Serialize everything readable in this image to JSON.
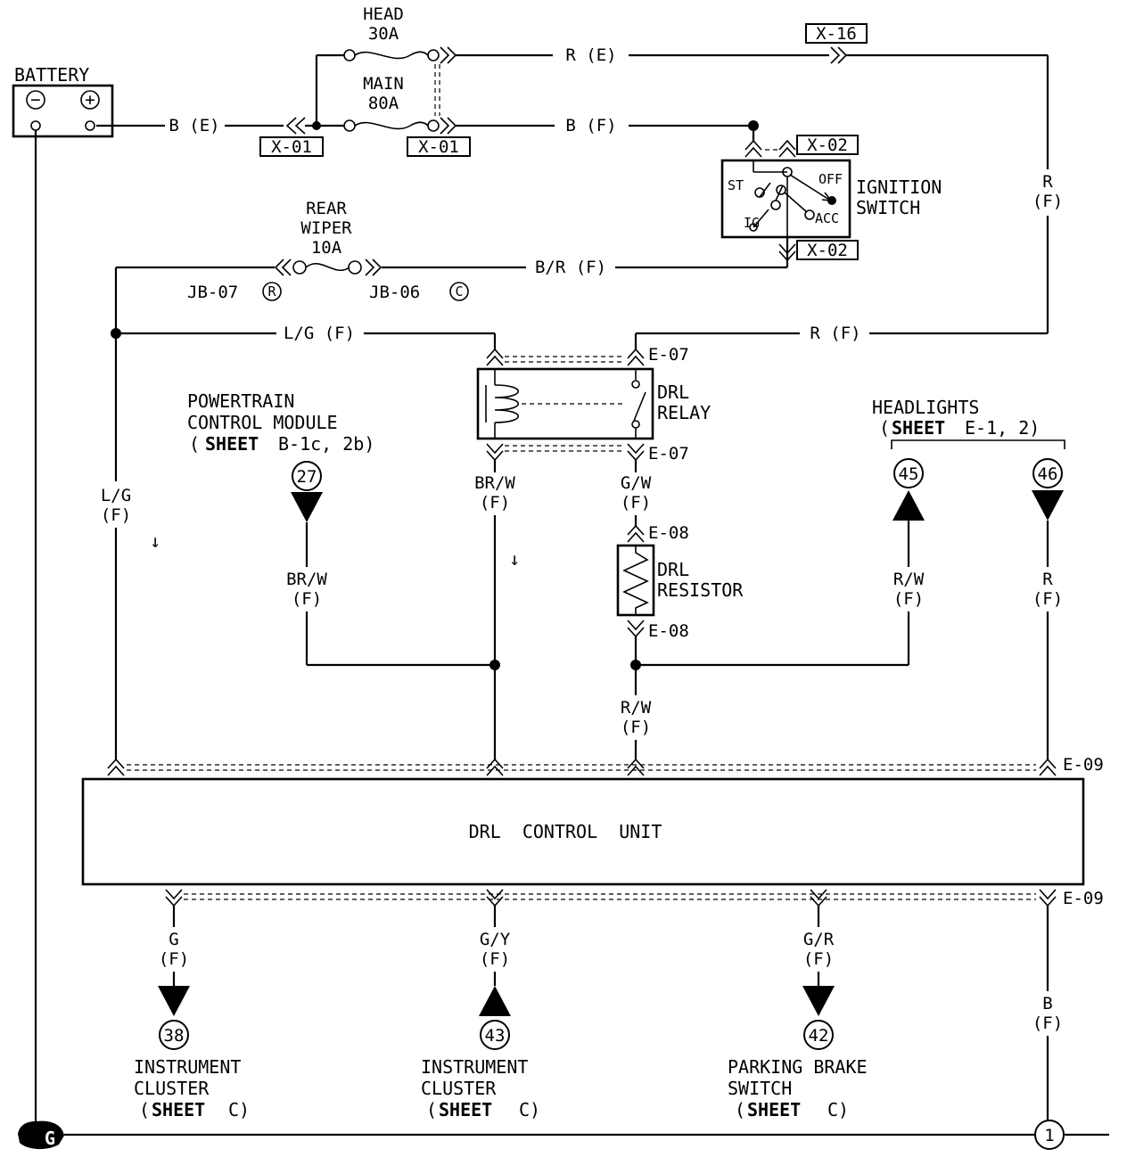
{
  "battery": {
    "label": "BATTERY",
    "minus": "−",
    "plus": "+"
  },
  "fuses": {
    "head": {
      "name": "HEAD",
      "rating": "30A"
    },
    "main": {
      "name": "MAIN",
      "rating": "80A"
    },
    "rear_wiper": {
      "name_1": "REAR",
      "name_2": "WIPER",
      "rating": "10A"
    }
  },
  "junction_blocks": {
    "left": "JB-07",
    "left_mark": "R",
    "right": "JB-06",
    "right_mark": "C"
  },
  "connectors": {
    "x01_left": "X-01",
    "x01_right": "X-01",
    "x16": "X-16",
    "x02_top": "X-02",
    "x02_bottom": "X-02",
    "e07_top": "E-07",
    "e07_bottom": "E-07",
    "e08_top": "E-08",
    "e08_bottom": "E-08",
    "e09_top": "E-09",
    "e09_bottom": "E-09"
  },
  "ignition_switch": {
    "label_1": "IGNITION",
    "label_2": "SWITCH",
    "st": "ST",
    "off": "OFF",
    "ig": "IG",
    "acc": "ACC"
  },
  "drl_relay": {
    "label_1": "DRL",
    "label_2": "RELAY"
  },
  "drl_resistor": {
    "label_1": "DRL",
    "label_2": "RESISTOR"
  },
  "drl_control_unit": {
    "label": "DRL  CONTROL  UNIT"
  },
  "pcm": {
    "label_1": "POWERTRAIN",
    "label_2": "CONTROL MODULE",
    "sheet_prefix": "(",
    "sheet_word": "SHEET",
    "sheet_ref": "B-1c, 2b)",
    "pin": "27"
  },
  "headlights": {
    "label": "HEADLIGHTS",
    "sheet_prefix": "(",
    "sheet_word": "SHEET",
    "sheet_ref": "E-1, 2)",
    "pin_left": "45",
    "pin_right": "46"
  },
  "bottom_refs": [
    {
      "pin": "38",
      "line_1": "INSTRUMENT",
      "line_2": "CLUSTER",
      "sheet_prefix": "(",
      "sheet_word": "SHEET",
      "sheet_ref": "C)"
    },
    {
      "pin": "43",
      "line_1": "INSTRUMENT",
      "line_2": "CLUSTER",
      "sheet_prefix": "(",
      "sheet_word": "SHEET",
      "sheet_ref": "C)"
    },
    {
      "pin": "42",
      "line_1": "PARKING BRAKE",
      "line_2": "SWITCH",
      "sheet_prefix": "(",
      "sheet_word": "SHEET",
      "sheet_ref": "C)"
    }
  ],
  "wires": {
    "r_e": "R (E)",
    "b_e": "B (E)",
    "b_f": "B (F)",
    "r_right_1": "R",
    "r_right_2": "(F)",
    "br_f": "B/R (F)",
    "lg_f": "L/G (F)",
    "r_f": "R (F)",
    "lg_left_1": "L/G",
    "lg_left_2": "(F)",
    "pcm_br_1": "BR/W",
    "pcm_br_2": "(F)",
    "relay_br_1": "BR/W",
    "relay_br_2": "(F)",
    "gw_1": "G/W",
    "gw_2": "(F)",
    "rw_bottom_1": "R/W",
    "rw_bottom_2": "(F)",
    "hl_rw_1": "R/W",
    "hl_rw_2": "(F)",
    "hl_r_1": "R",
    "hl_r_2": "(F)",
    "g_1": "G",
    "g_2": "(F)",
    "gy_1": "G/Y",
    "gy_2": "(F)",
    "gr_1": "G/R",
    "gr_2": "(F)",
    "b_bottom_1": "B",
    "b_bottom_2": "(F)"
  },
  "ground": {
    "symbol": "G",
    "ref": "1"
  },
  "current_arrows": {
    "left": "↓",
    "center": "↓"
  }
}
